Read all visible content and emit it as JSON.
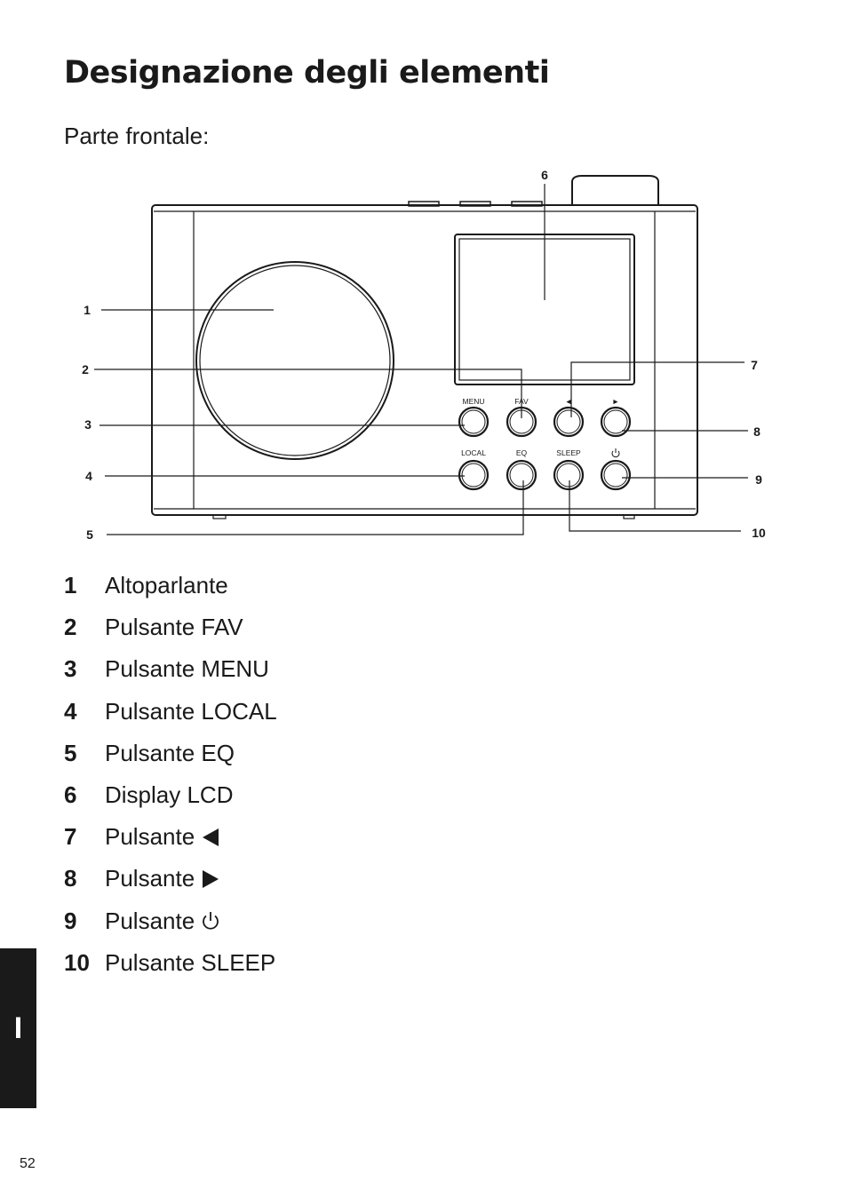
{
  "page": {
    "title": "Designazione degli elementi",
    "subtitle": "Parte frontale:",
    "side_tab": "I",
    "page_number": "52"
  },
  "figure": {
    "buttons_top": [
      "MENU",
      "FAV",
      "◄",
      "►"
    ],
    "buttons_bottom": [
      "LOCAL",
      "EQ",
      "SLEEP",
      "power-icon"
    ],
    "callouts": [
      "1",
      "2",
      "3",
      "4",
      "5",
      "6",
      "7",
      "8",
      "9",
      "10"
    ]
  },
  "legend": [
    {
      "num": "1",
      "label": "Altoparlante",
      "symbol": ""
    },
    {
      "num": "2",
      "label": "Pulsante FAV",
      "symbol": ""
    },
    {
      "num": "3",
      "label": "Pulsante MENU",
      "symbol": ""
    },
    {
      "num": "4",
      "label": "Pulsante LOCAL",
      "symbol": ""
    },
    {
      "num": "5",
      "label": "Pulsante EQ",
      "symbol": ""
    },
    {
      "num": "6",
      "label": "Display LCD",
      "symbol": ""
    },
    {
      "num": "7",
      "label": "Pulsante",
      "symbol": "left-triangle-icon"
    },
    {
      "num": "8",
      "label": "Pulsante",
      "symbol": "right-triangle-icon"
    },
    {
      "num": "9",
      "label": "Pulsante",
      "symbol": "power-icon"
    },
    {
      "num": "10",
      "label": "Pulsante SLEEP",
      "symbol": ""
    }
  ]
}
